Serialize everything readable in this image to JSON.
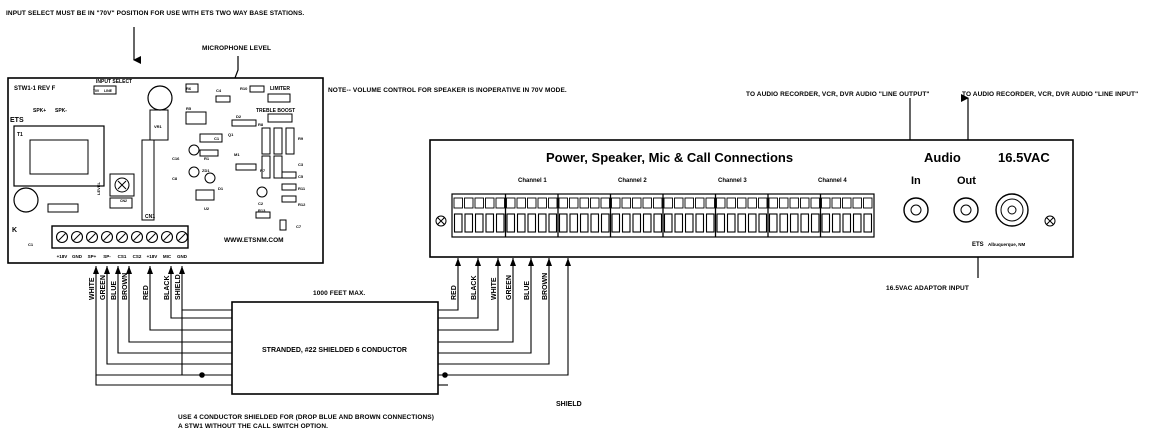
{
  "notes": {
    "input_select_note": "INPUT SELECT MUST BE IN \"70V\" POSITION FOR USE WITH ETS TWO WAY BASE STATIONS.",
    "microphone_level": "MICROPHONE LEVEL",
    "volume_note": "NOTE-- VOLUME CONTROL FOR SPEAKER IS INOPERATIVE IN 70V MODE.",
    "line_output": "TO AUDIO RECORDER, VCR, DVR AUDIO \"LINE OUTPUT\"",
    "line_input": "TO AUDIO RECORDER, VCR, DVR AUDIO \"LINE INPUT\"",
    "feet_max": "1000 FEET MAX.",
    "adaptor_input": "16.5VAC ADAPTOR INPUT",
    "bottom_note_1": "USE 4 CONDUCTOR SHIELDED FOR (DROP BLUE AND BROWN CONNECTIONS)",
    "bottom_note_2": "A STW1 WITHOUT THE CALL SWITCH OPTION."
  },
  "board": {
    "model": "STW1-1 REV F",
    "brand": "ETS",
    "website": "WWW.ETSNM.COM",
    "input_select": "INPUT SELECT",
    "switch_70v": "70V",
    "switch_line": "LINE",
    "spk_plus": "SPK+",
    "spk_minus": "SPK-",
    "limiter": "LIMITER",
    "treble_boost": "TREBLE BOOST",
    "level": "LEVEL",
    "cn1": "CN1",
    "terminal_labels": [
      "+18V",
      "GND",
      "SP+",
      "SP-",
      "CS1",
      "CS2",
      "+18V",
      "MIC",
      "GND"
    ],
    "component_labels": [
      "T1",
      "R6",
      "C4",
      "R10",
      "VR1",
      "R5",
      "D2",
      "R8",
      "R9",
      "C3",
      "C16",
      "R1",
      "C8",
      "R7",
      "C5",
      "R11",
      "R12",
      "C2",
      "R13",
      "C7",
      "U2",
      "D1",
      "ZD1",
      "M1",
      "Q1",
      "CN2",
      "C1"
    ]
  },
  "cable": {
    "label": "STRANDED, #22 SHIELDED 6 CONDUCTOR",
    "left_wires": [
      "WHITE",
      "GREEN",
      "BLUE",
      "BROWN",
      "RED",
      "BLACK",
      "SHIELD"
    ],
    "right_wires": [
      "RED",
      "BLACK",
      "WHITE",
      "GREEN",
      "BLUE",
      "BROWN"
    ],
    "shield": "SHIELD"
  },
  "base_station": {
    "title": "Power, Speaker, Mic & Call Connections",
    "audio": "Audio",
    "power": "16.5VAC",
    "in": "In",
    "out": "Out",
    "channels": [
      "Channel 1",
      "Channel 2",
      "Channel 3",
      "Channel 4"
    ],
    "maker": "ETS",
    "location": "Albuquerque, NM"
  }
}
